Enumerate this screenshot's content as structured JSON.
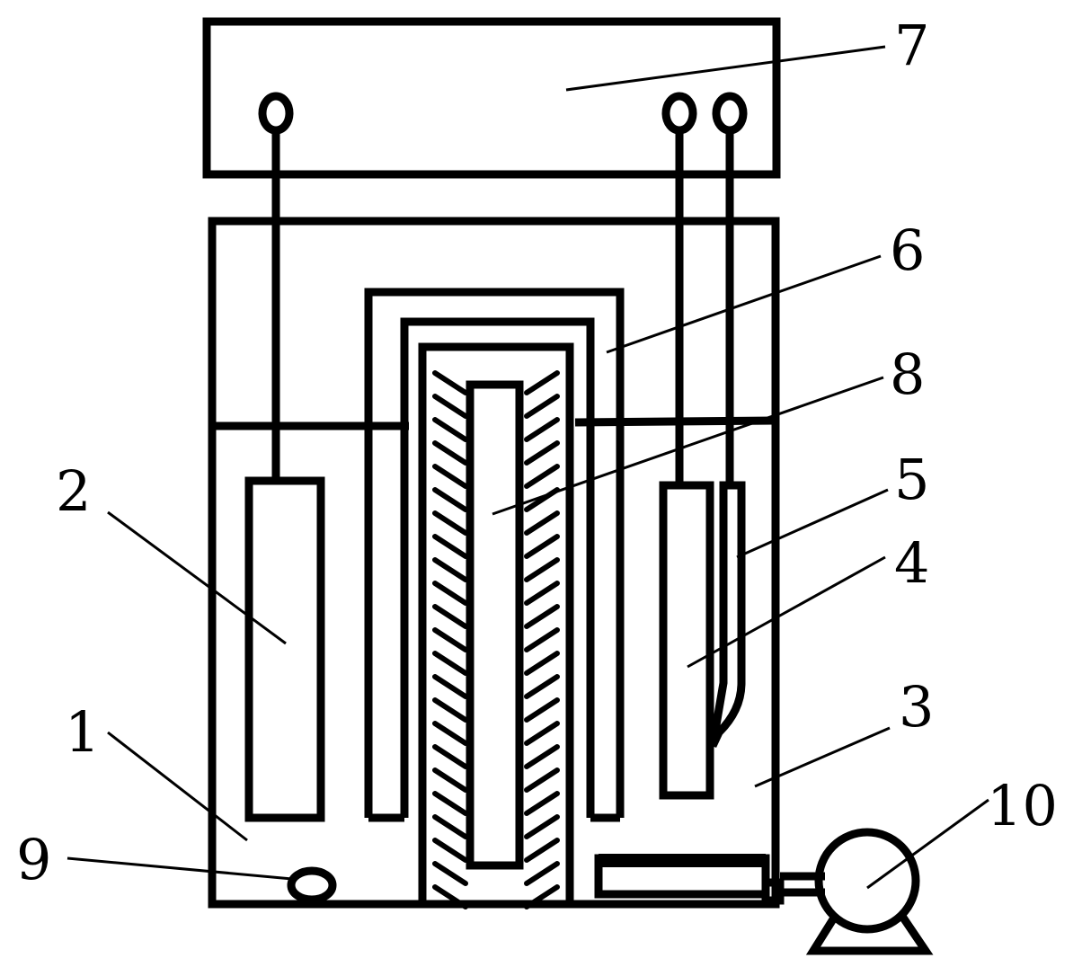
{
  "diagram": {
    "labels": {
      "l1": "1",
      "l2": "2",
      "l3": "3",
      "l4": "4",
      "l5": "5",
      "l6": "6",
      "l7": "7",
      "l8": "8",
      "l9": "9",
      "l10": "10"
    },
    "colors": {
      "stroke": "#000000",
      "background": "#ffffff"
    }
  }
}
